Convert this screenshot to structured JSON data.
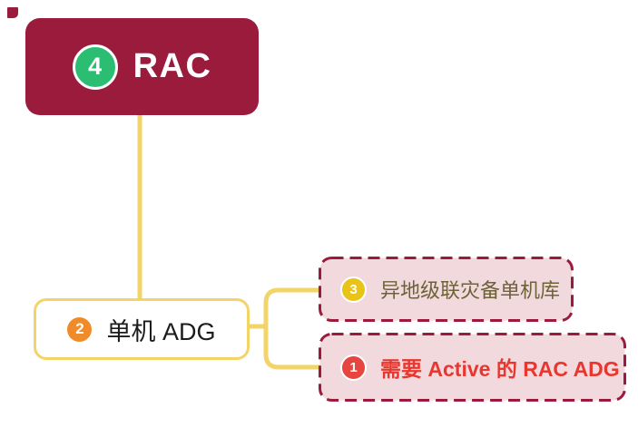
{
  "colors": {
    "maroon": "#9B1B3D",
    "pink": "#F2D9DD",
    "yellow": "#F2D469",
    "green": "#2BBE72",
    "orange": "#F08B2B",
    "gold": "#E9C316",
    "red": "#E64540",
    "red_text": "#E8372E",
    "olive_text": "#6E6338",
    "dark_text": "#1B1B1B"
  },
  "root_node": {
    "label": "RAC",
    "badge": "4"
  },
  "main_node": {
    "label": "单机 ADG",
    "badge": "2"
  },
  "subtopics": [
    {
      "label": "异地级联灾备单机库",
      "badge": "3"
    },
    {
      "label": "需要 Active 的 RAC ADG",
      "badge": "1"
    }
  ]
}
